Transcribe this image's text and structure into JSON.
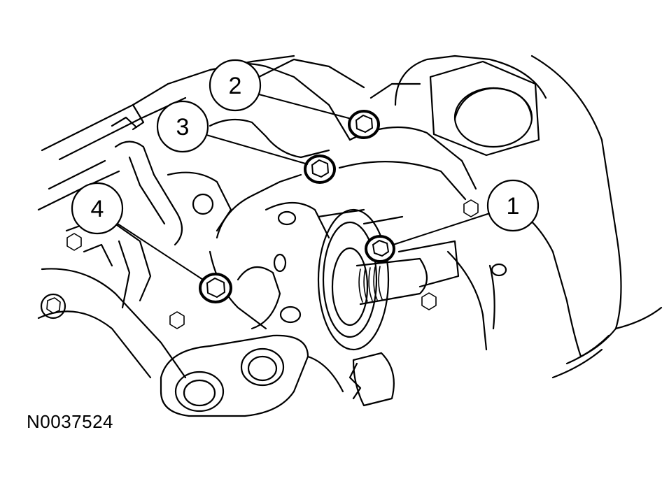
{
  "figure": {
    "id_label": "N0037524"
  },
  "callouts": [
    {
      "number": "1"
    },
    {
      "number": "2"
    },
    {
      "number": "3"
    },
    {
      "number": "4"
    }
  ],
  "colors": {
    "line": "#000000",
    "background": "#ffffff"
  }
}
